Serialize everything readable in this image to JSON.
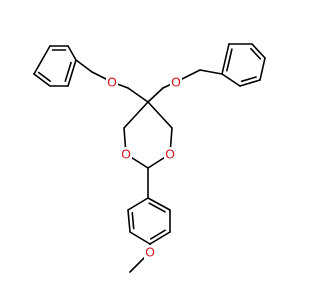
{
  "diagram": {
    "type": "skeletal-structure",
    "colors": {
      "bond": "#000000",
      "oxygen": "#d2141e",
      "background": "#ffffff"
    },
    "atom_labels": [
      {
        "id": "o-benzyl-left",
        "text": "O"
      },
      {
        "id": "o-benzyl-right",
        "text": "O"
      },
      {
        "id": "o-ring-left",
        "text": "O"
      },
      {
        "id": "o-ring-right",
        "text": "O"
      },
      {
        "id": "o-methoxy",
        "text": "O"
      }
    ]
  }
}
